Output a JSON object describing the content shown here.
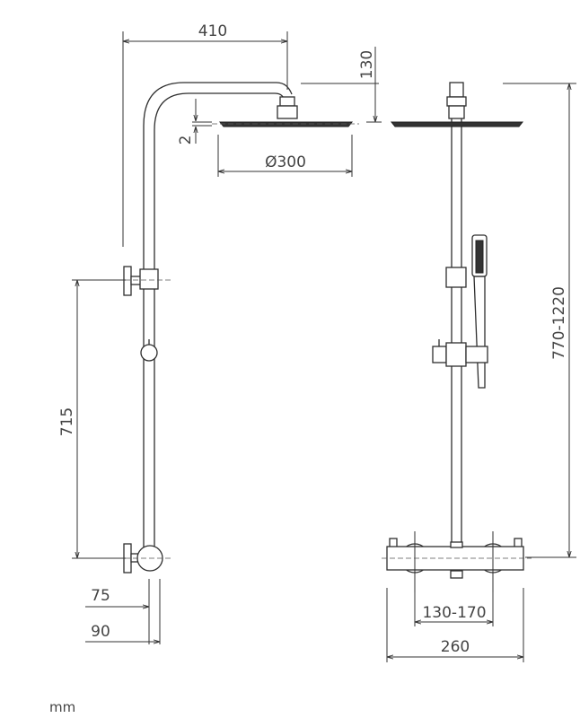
{
  "dimensions": {
    "arm_length": "410",
    "head_height": "130",
    "head_thickness": "2",
    "head_diameter": "Ø300",
    "bracket_spacing": "715",
    "total_height": "770-1220",
    "wall_distance_min": "75",
    "wall_distance_max": "90",
    "inlet_spacing": "130-170",
    "mixer_width": "260"
  },
  "units": "mm",
  "colors": {
    "line": "#2e2e2e",
    "text": "#444444"
  }
}
